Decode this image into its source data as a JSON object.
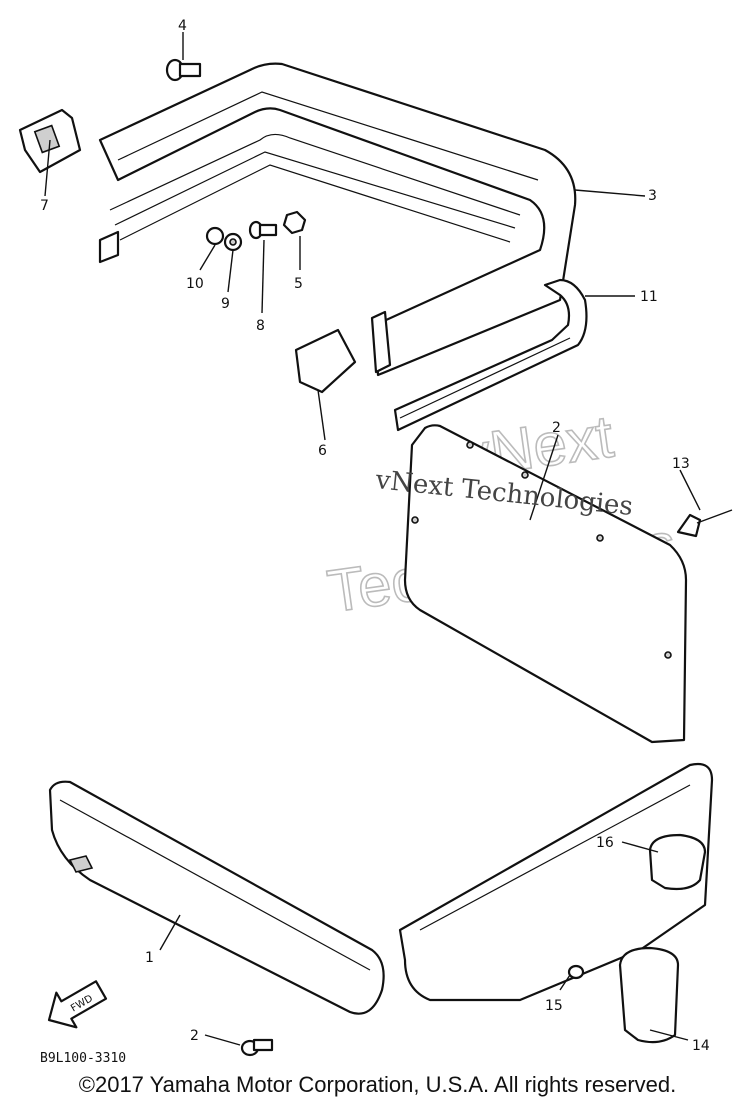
{
  "callouts": {
    "c1": "1",
    "c2a": "2",
    "c2b": "2",
    "c3": "3",
    "c4": "4",
    "c5": "5",
    "c6": "6",
    "c7": "7",
    "c8": "8",
    "c9": "9",
    "c10": "10",
    "c11": "11",
    "c13": "13",
    "c14": "14",
    "c15": "15",
    "c16": "16"
  },
  "fwd_label": "FWD",
  "part_code": "B9L100-3310",
  "watermark": {
    "line1": "vNext Technologies",
    "line2a": "vNext",
    "line2b": "Technologies"
  },
  "copyright": "©2017 Yamaha Motor Corporation, U.S.A. All rights reserved."
}
